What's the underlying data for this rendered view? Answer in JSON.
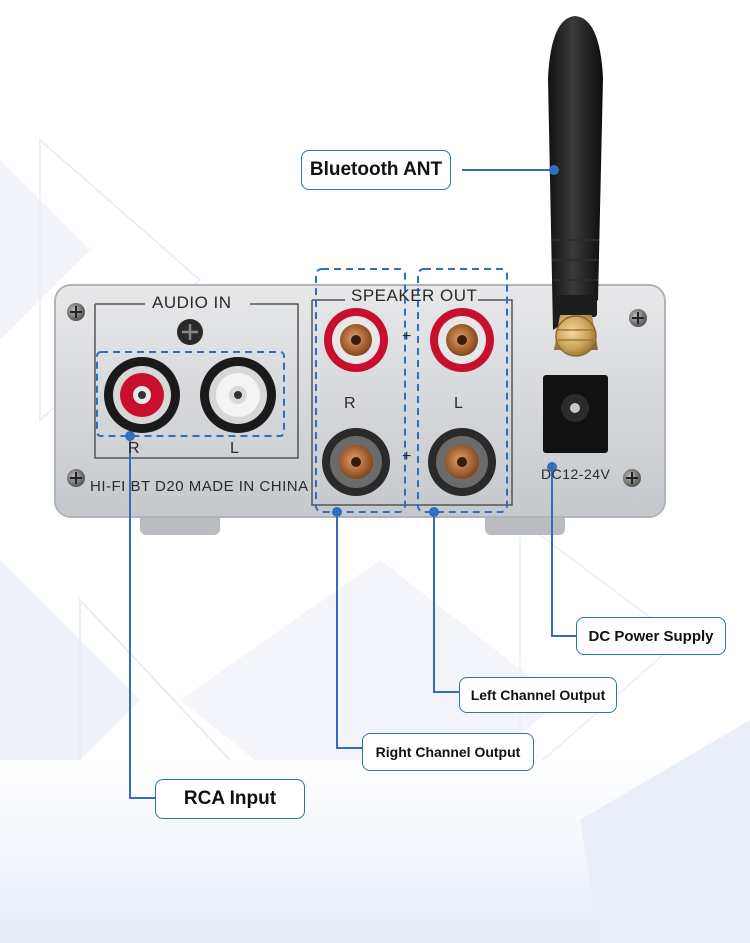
{
  "device": {
    "audio_in_label": "AUDIO IN",
    "speaker_out_label": "SPEAKER OUT",
    "rca_r_label": "R",
    "rca_l_label": "L",
    "speaker_r_label": "R",
    "speaker_l_label": "L",
    "plus_sign": "+",
    "model_label": "HI-FI BT D20 MADE IN CHINA",
    "dc_label": "DC12-24V"
  },
  "callouts": {
    "bluetooth_ant": "Bluetooth ANT",
    "dc_power_supply": "DC Power Supply",
    "left_channel_output": "Left Channel Output",
    "right_channel_output": "Right Channel Output",
    "rca_input": "RCA Input"
  },
  "colors": {
    "accent_blue": "#2f6fbd",
    "panel_silver": "#d9dbdd",
    "red_terminal": "#c8102e",
    "gold": "#c9a25a"
  }
}
